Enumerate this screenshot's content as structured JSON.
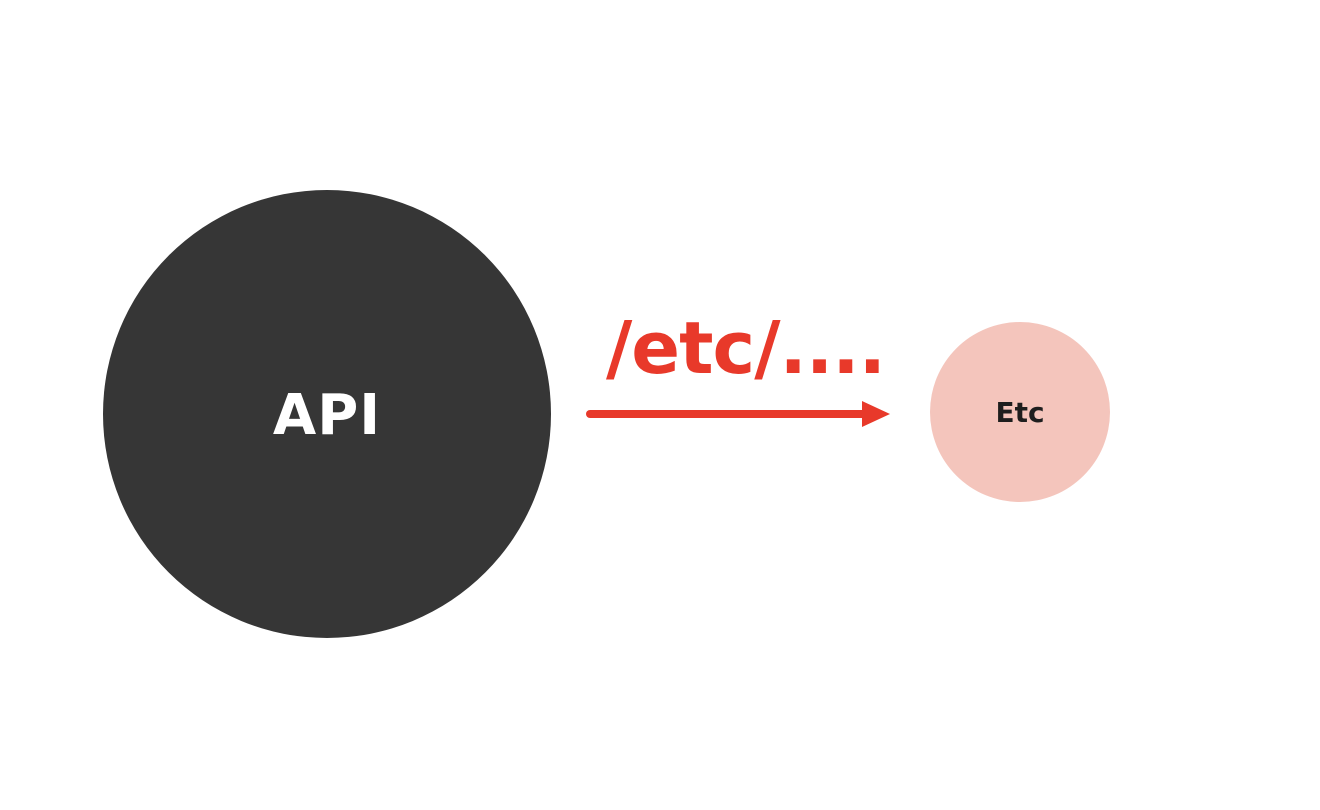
{
  "colors": {
    "api_fill": "#363636",
    "etc_fill": "#f4c5bc",
    "edge": "#e8392a"
  },
  "diagram": {
    "nodes": [
      {
        "id": "api",
        "label": "API"
      },
      {
        "id": "etc",
        "label": "Etc"
      }
    ],
    "edges": [
      {
        "from": "api",
        "to": "etc",
        "label": "/etc/...."
      }
    ]
  }
}
